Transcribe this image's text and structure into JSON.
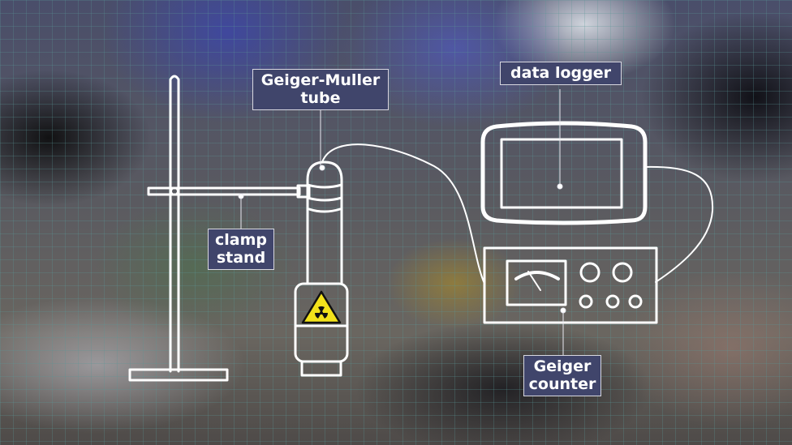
{
  "labels": {
    "gm_tube": {
      "line1": "Geiger-Muller",
      "line2": "tube"
    },
    "data_logger": {
      "line1": "data logger"
    },
    "clamp_stand": {
      "line1": "clamp",
      "line2": "stand"
    },
    "geiger_counter": {
      "line1": "Geiger",
      "line2": "counter"
    }
  },
  "icons": {
    "radiation_symbol": "radiation-hazard-icon"
  },
  "colors": {
    "label_bg": "#40456b",
    "line": "#ffffff",
    "hazard_yellow": "#f2e21b"
  }
}
